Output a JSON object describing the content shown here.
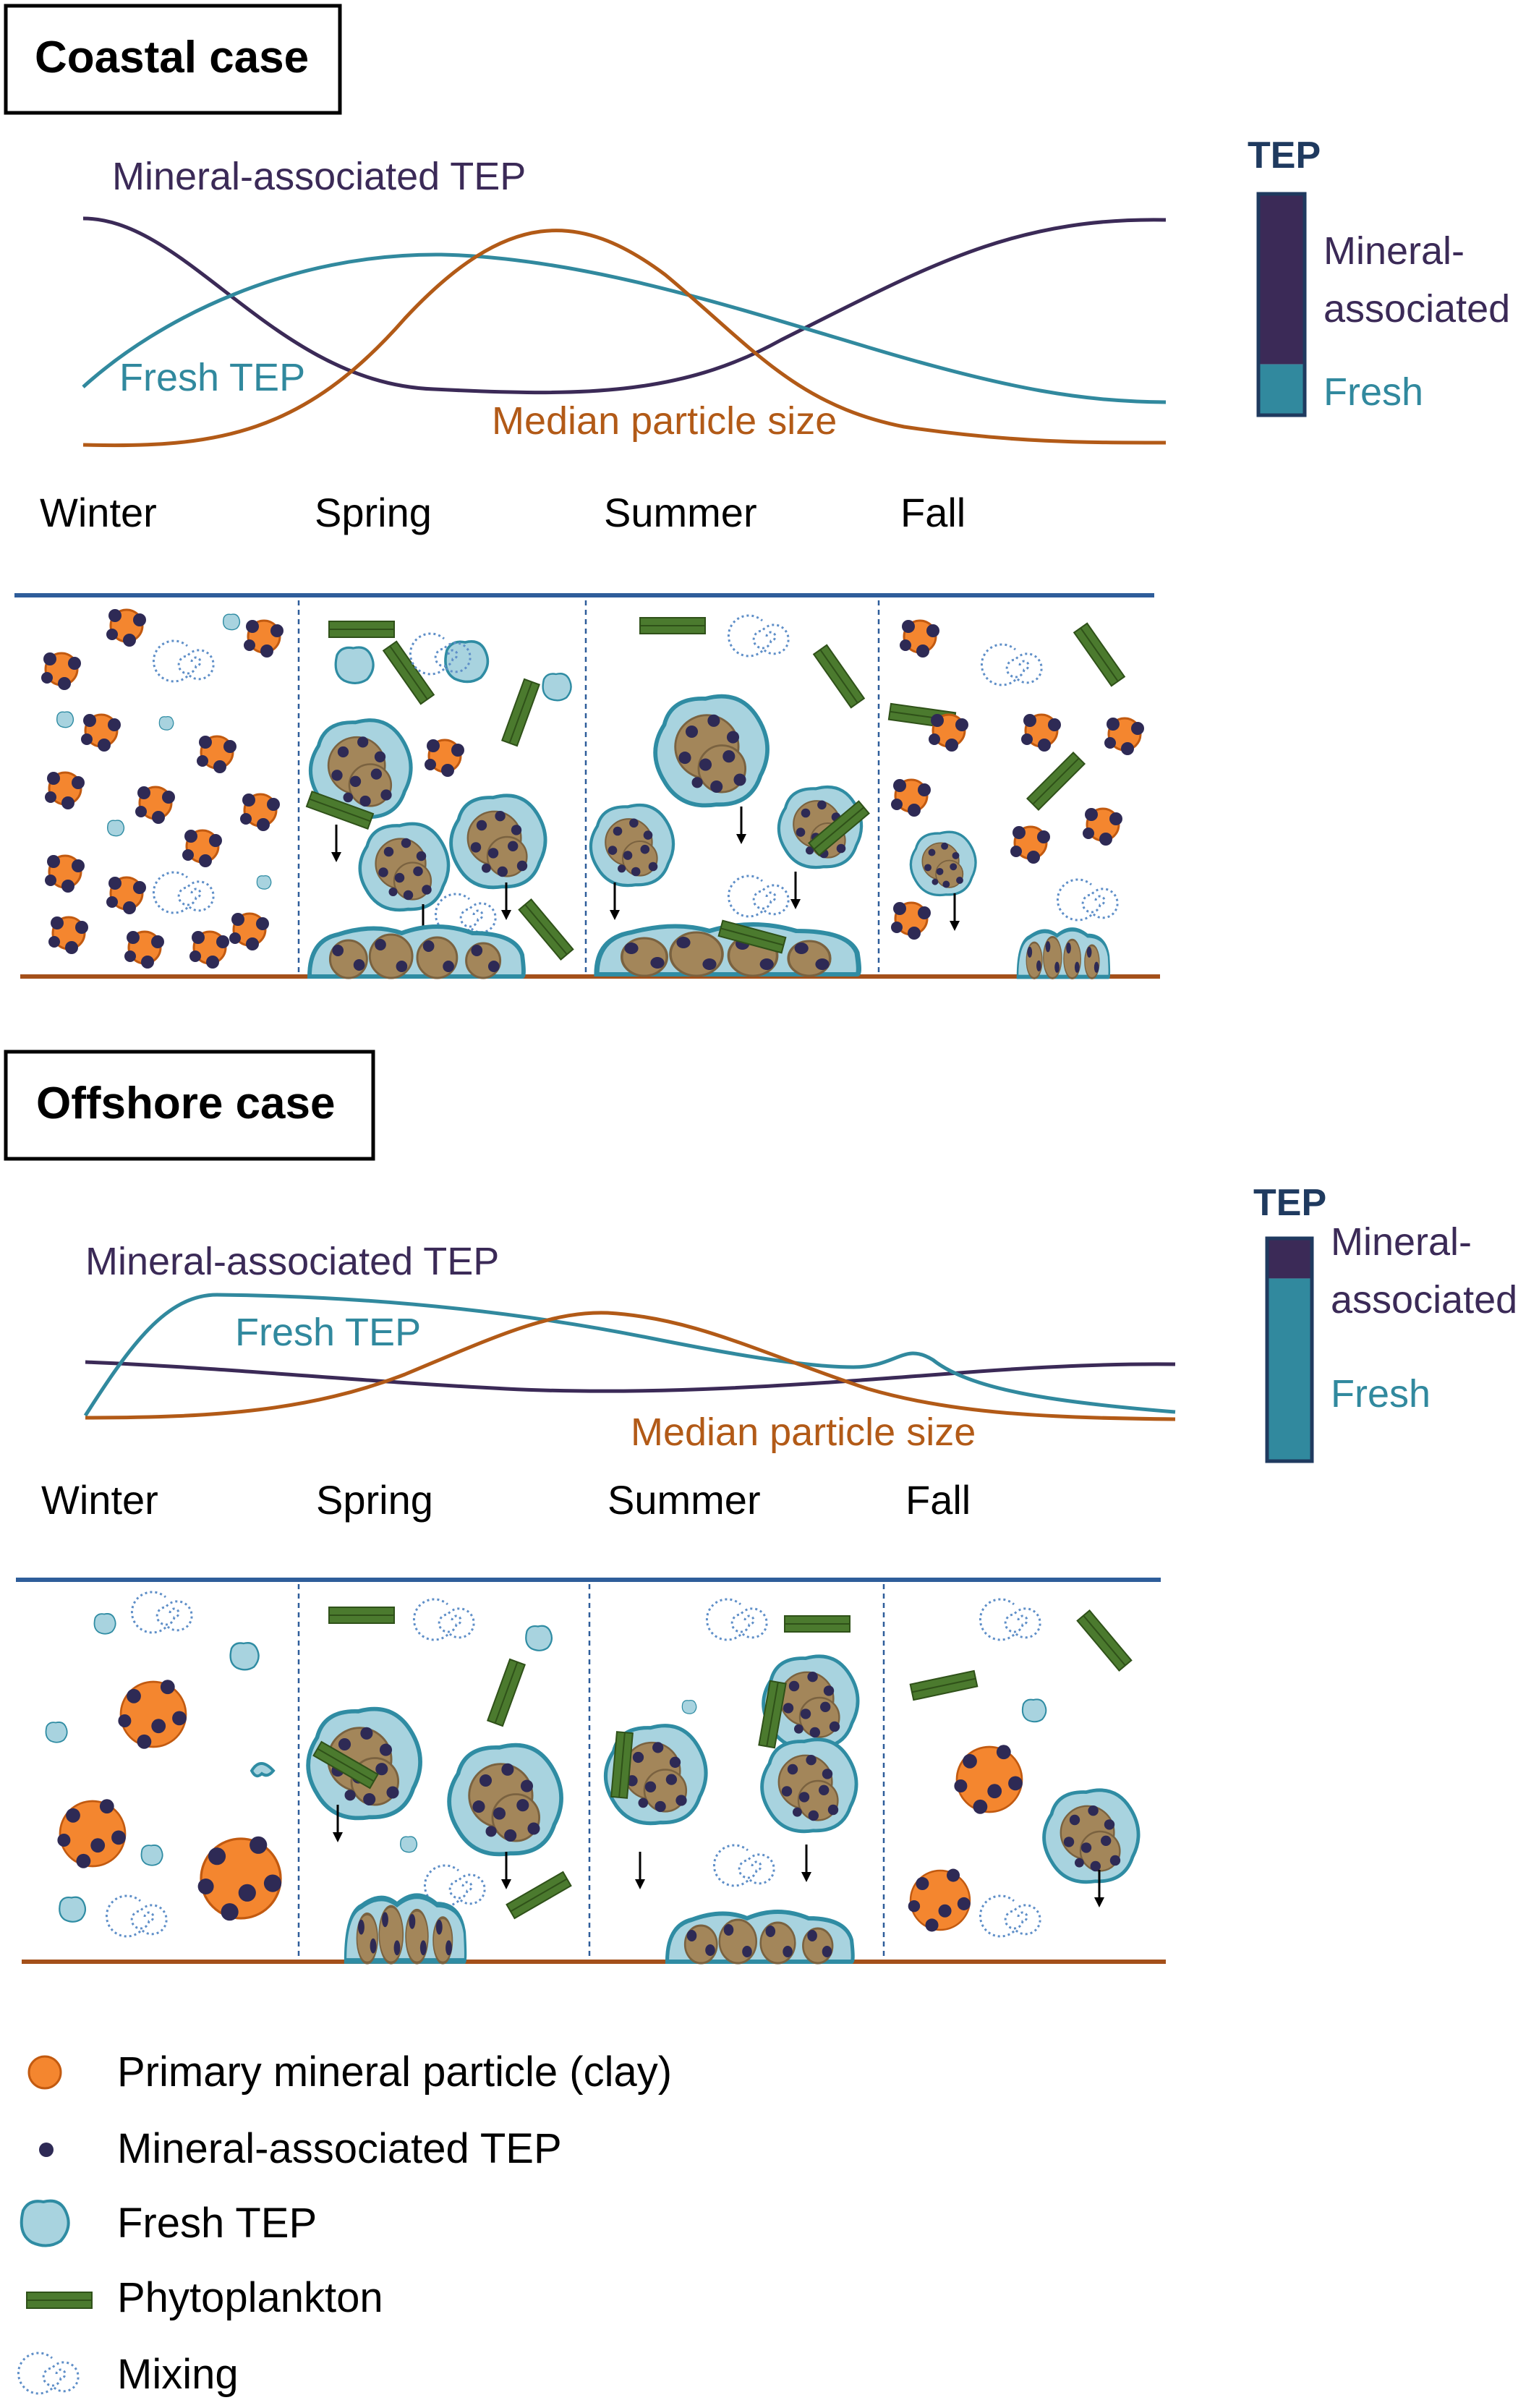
{
  "colors": {
    "mineral_tep": "#3b2a57",
    "fresh_tep": "#31899e",
    "particle_size": "#b25a17",
    "clay": "#f4862f",
    "dot": "#2e2a55",
    "fresh_fill": "#a8d3df",
    "fresh_edge": "#2f8ca3",
    "phyto": "#4b7a2e",
    "mixing": "#5f8fc8",
    "surface": "#2e5d9a",
    "bottom": "#a4501a"
  },
  "coastal": {
    "title": "Coastal case",
    "curves": {
      "mineral_label": "Mineral-associated TEP",
      "fresh_label": "Fresh TEP",
      "size_label": "Median particle size"
    },
    "seasons": [
      "Winter",
      "Spring",
      "Summer",
      "Fall"
    ],
    "tep_bar": {
      "heading": "TEP",
      "mineral_line1": "Mineral-",
      "mineral_line2": "associated",
      "fresh": "Fresh",
      "mineral_fraction": 0.77,
      "fresh_fraction": 0.23
    }
  },
  "offshore": {
    "title": "Offshore case",
    "curves": {
      "mineral_label": "Mineral-associated TEP",
      "fresh_label": "Fresh TEP",
      "size_label": "Median particle size"
    },
    "seasons": [
      "Winter",
      "Spring",
      "Summer",
      "Fall"
    ],
    "tep_bar": {
      "heading": "TEP",
      "mineral_line1": "Mineral-",
      "mineral_line2": "associated",
      "fresh": "Fresh",
      "mineral_fraction": 0.18,
      "fresh_fraction": 0.82
    }
  },
  "legend": {
    "clay": "Primary mineral particle (clay)",
    "mineral_tep": "Mineral-associated TEP",
    "fresh_tep": "Fresh TEP",
    "phytoplankton": "Phytoplankton",
    "mixing": "Mixing"
  }
}
